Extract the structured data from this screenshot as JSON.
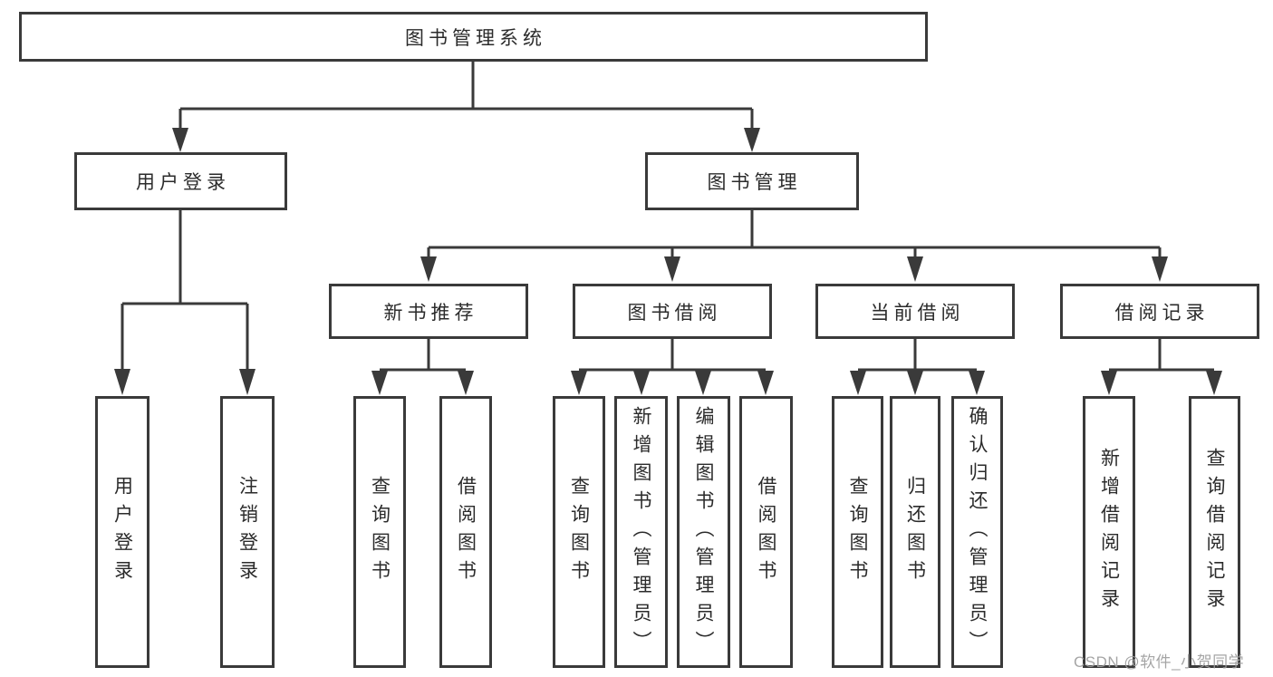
{
  "colors": {
    "line": "#3a3a3a",
    "text": "#2b2b2b",
    "background": "#ffffff",
    "box_fill": "#ffffff",
    "watermark": "#9e9e9e"
  },
  "watermark": "CSDN @软件_小贺同学",
  "tree": {
    "root": {
      "label": "图书管理系统"
    },
    "level2": [
      {
        "label": "用户登录",
        "children": [
          {
            "label": "用户登录"
          },
          {
            "label": "注销登录"
          }
        ]
      },
      {
        "label": "图书管理",
        "children": [
          {
            "label": "新书推荐",
            "children": [
              {
                "label": "查询图书"
              },
              {
                "label": "借阅图书"
              }
            ]
          },
          {
            "label": "图书借阅",
            "children": [
              {
                "label": "查询图书"
              },
              {
                "label": "新增图书（管理员）"
              },
              {
                "label": "编辑图书（管理员）"
              },
              {
                "label": "借阅图书"
              }
            ]
          },
          {
            "label": "当前借阅",
            "children": [
              {
                "label": "查询图书"
              },
              {
                "label": "归还图书"
              },
              {
                "label": "确认归还（管理员）"
              }
            ]
          },
          {
            "label": "借阅记录",
            "children": [
              {
                "label": "新增借阅记录"
              },
              {
                "label": "查询借阅记录"
              }
            ]
          }
        ]
      }
    ]
  }
}
